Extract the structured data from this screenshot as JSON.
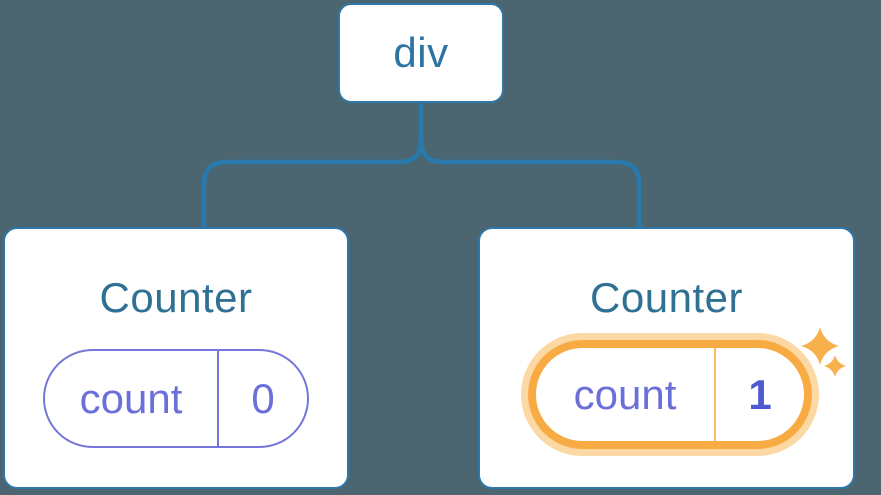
{
  "diagram": {
    "description": "React component tree showing isolated state between two Counter instances",
    "root": {
      "label": "div"
    },
    "children": [
      {
        "label": "Counter",
        "state": {
          "name": "count",
          "value": "0"
        },
        "highlighted": false
      },
      {
        "label": "Counter",
        "state": {
          "name": "count",
          "value": "1"
        },
        "highlighted": true
      }
    ]
  },
  "icons": {
    "sparkles": "sparkles-icon"
  },
  "colors": {
    "background": "#4b6670",
    "node_fill": "#ffffff",
    "node_border": "#2e77a8",
    "connector": "#2779ae",
    "root_label": "#2d73a4",
    "counter_title": "#2f7094",
    "state_purple": "#6b6fd9",
    "state_pill_border": "#7477d9",
    "highlight_value": "#4f58d3",
    "highlight_border": "#f8ab43",
    "highlight_halo": "#fcd9a4",
    "highlight_divider": "#f6bc66",
    "sparkle": "#f6b04c"
  }
}
